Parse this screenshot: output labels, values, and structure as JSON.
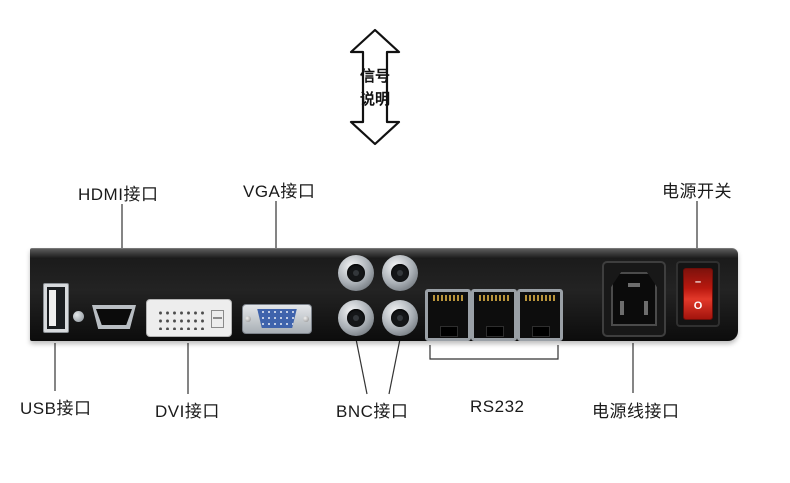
{
  "signal_badge": {
    "lines": [
      "信号",
      "说明"
    ]
  },
  "labels": {
    "hdmi": "HDMI接口",
    "vga": "VGA接口",
    "power_switch": "电源开关",
    "usb": "USB接口",
    "dvi": "DVI接口",
    "bnc": "BNC接口",
    "rs232": "RS232",
    "power_cord": "电源线接口"
  },
  "power_switch": {
    "mark_top": "–",
    "mark_bottom": "O"
  },
  "colors": {
    "panel_dark": "#141414",
    "vga_blue": "#3f63ac",
    "switch_red": "#c1170f",
    "leader_line": "#333333"
  }
}
